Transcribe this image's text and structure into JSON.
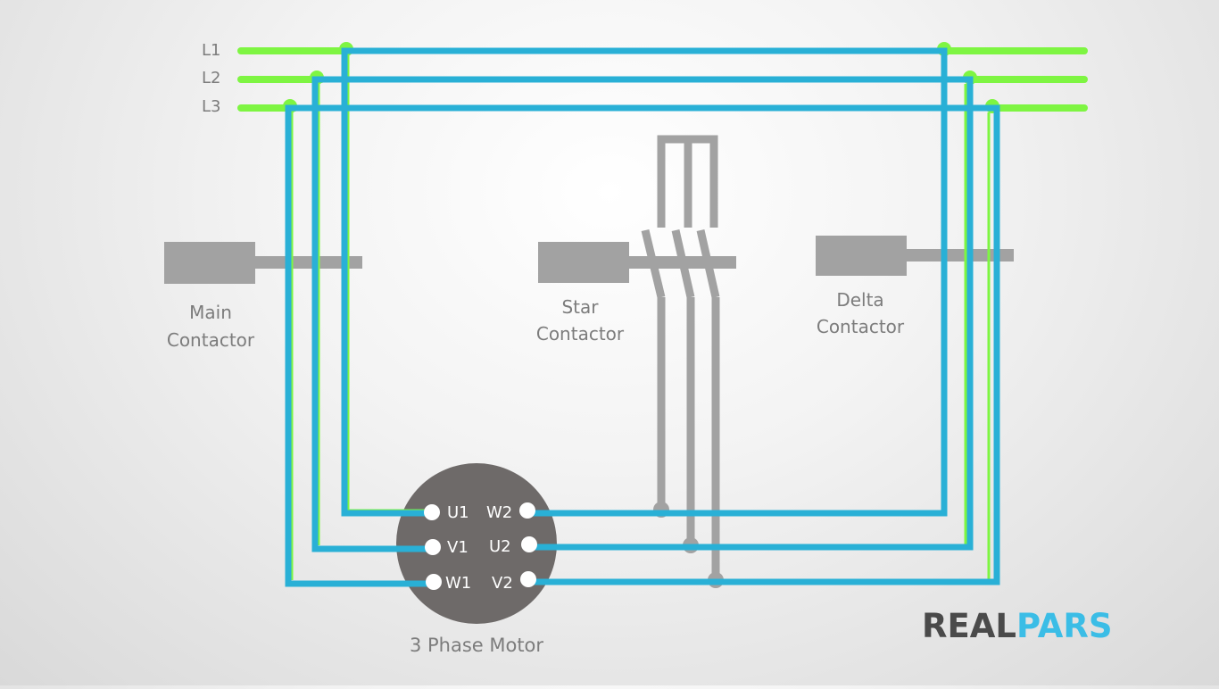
{
  "lines": {
    "l1": "L1",
    "l2": "L2",
    "l3": "L3"
  },
  "contactors": {
    "main_line1": "Main",
    "main_line2": "Contactor",
    "star_line1": "Star",
    "star_line2": "Contactor",
    "delta_line1": "Delta",
    "delta_line2": "Contactor"
  },
  "motor": {
    "label": "3 Phase Motor",
    "terminals": {
      "u1": "U1",
      "v1": "V1",
      "w1": "W1",
      "w2": "W2",
      "u2": "U2",
      "v2": "V2"
    }
  },
  "logo": {
    "part1": "REAL",
    "part2": "PARS"
  },
  "colors": {
    "supply_line": "#7ef542",
    "wire": "#29b0d6",
    "component": "#a0a0a0",
    "motor_body": "#6e6a69",
    "label_text": "#7c7c7c",
    "logo_dark": "#4a4a4a",
    "logo_accent": "#3bbde6"
  }
}
